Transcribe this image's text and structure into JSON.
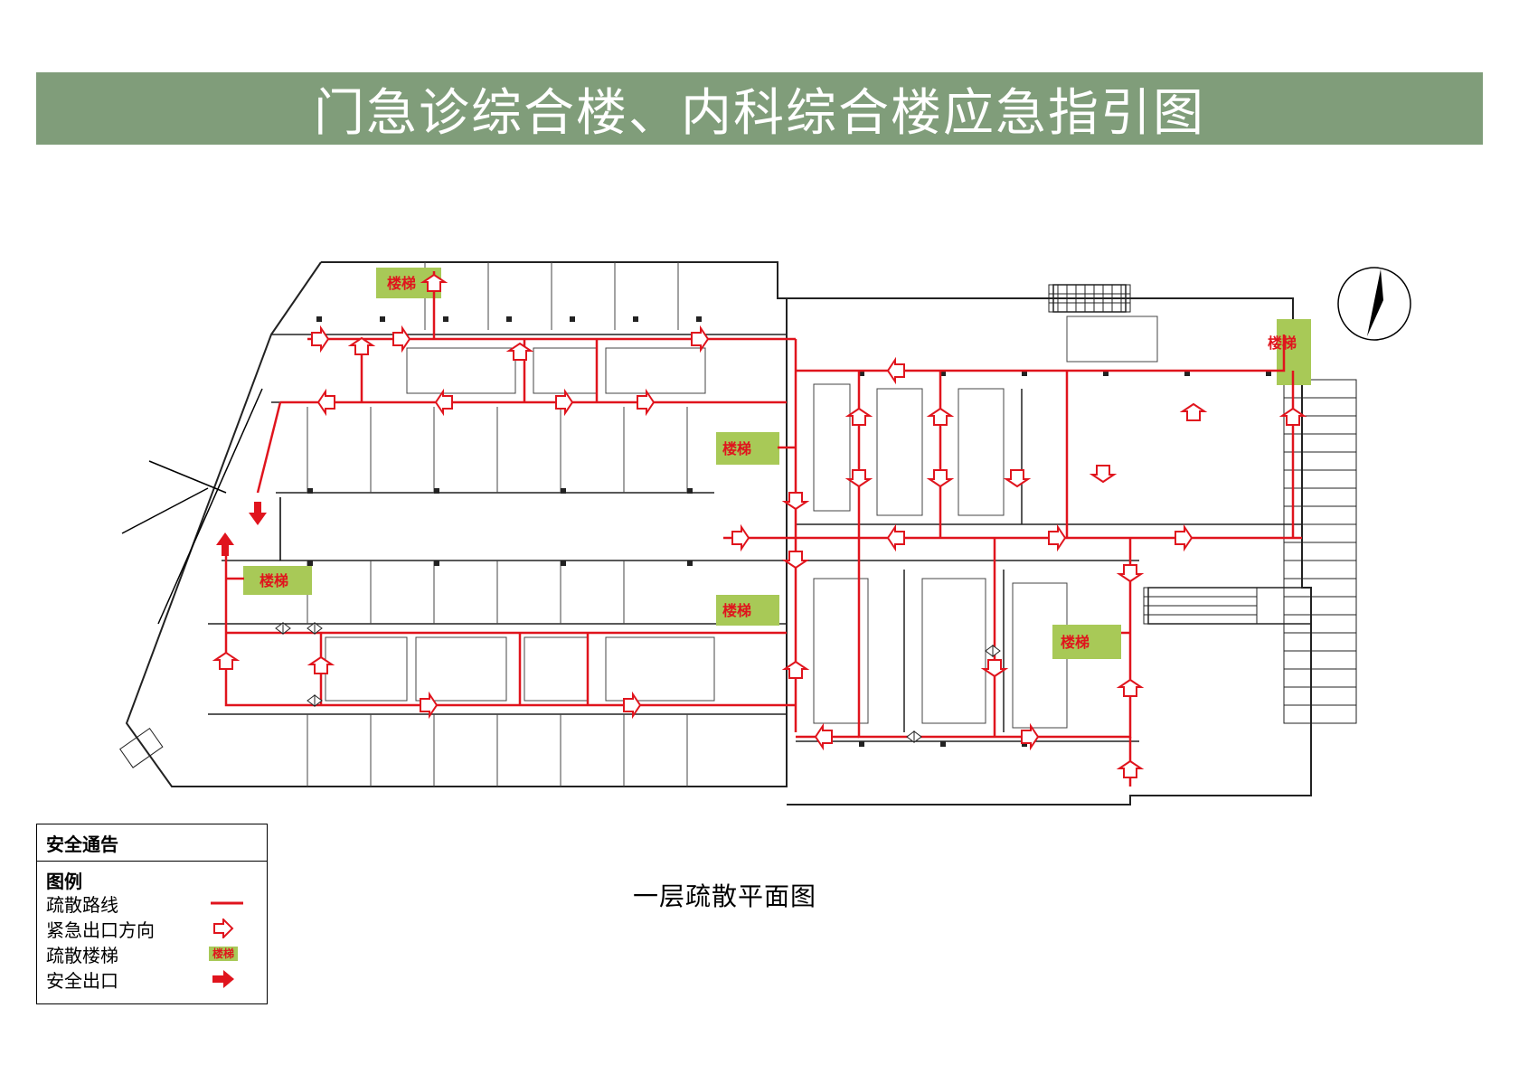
{
  "title": "门急诊综合楼、内科综合楼应急指引图",
  "floor_caption": "一层疏散平面图",
  "stair_label": "楼梯",
  "legend": {
    "header": "安全通告",
    "subheader": "图例",
    "items": [
      {
        "label": "疏散路线",
        "symbol": "red-line"
      },
      {
        "label": "紧急出口方向",
        "symbol": "hollow-arrow-icon"
      },
      {
        "label": "疏散楼梯",
        "symbol": "stair-chip",
        "chip_text": "楼梯"
      },
      {
        "label": "安全出口",
        "symbol": "solid-arrow-icon"
      }
    ]
  },
  "colors": {
    "title_bar": "#809d7a",
    "route": "#e0141d",
    "stair_fill": "#a8c957",
    "walls": "#222222"
  }
}
